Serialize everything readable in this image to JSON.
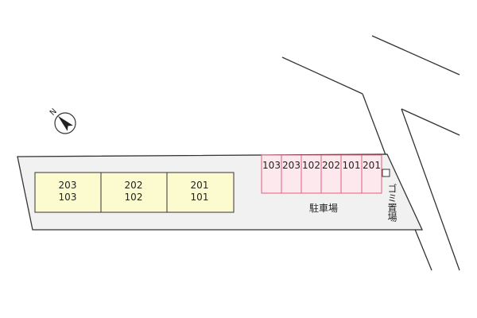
{
  "compass": {
    "north_letter": "N",
    "icon": "north-arrow-icon"
  },
  "building_units": [
    {
      "upper": "203",
      "lower": "103"
    },
    {
      "upper": "202",
      "lower": "102"
    },
    {
      "upper": "201",
      "lower": "101"
    }
  ],
  "parking_spaces": [
    "103",
    "203",
    "102",
    "202",
    "101",
    "201"
  ],
  "labels": {
    "parking": "駐車場",
    "garbage": "ゴミ置場"
  },
  "colors": {
    "building_fill": "#fcfbd0",
    "parking_fill": "#fde8ee",
    "parking_stroke": "#e0607a",
    "lot_fill": "#f1f1f1"
  }
}
